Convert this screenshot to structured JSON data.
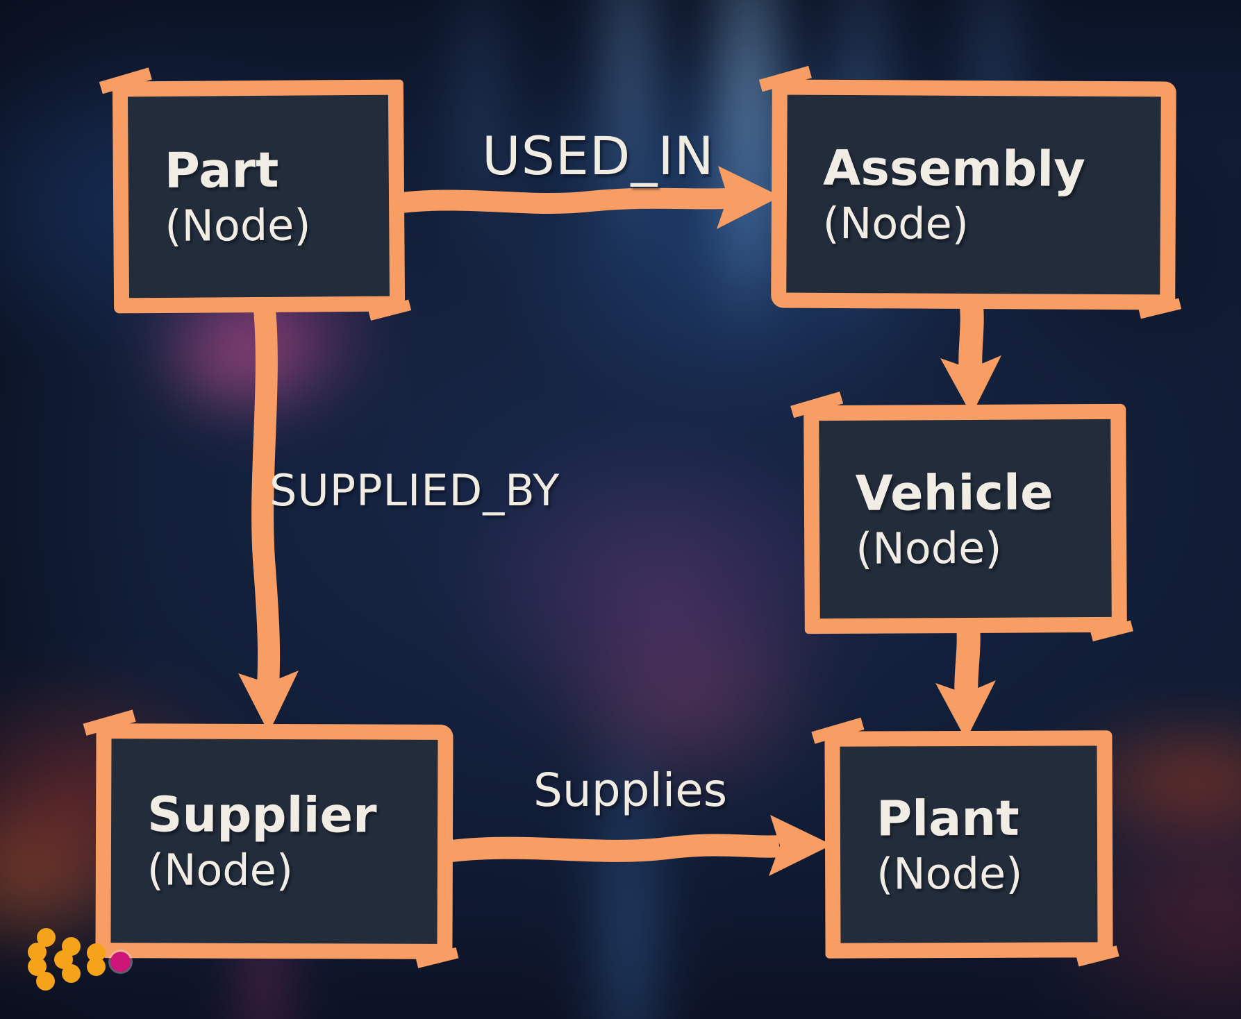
{
  "diagram": {
    "nodes": [
      {
        "id": "part",
        "name": "Part",
        "type_label": "(Node)"
      },
      {
        "id": "assembly",
        "name": "Assembly",
        "type_label": "(Node)"
      },
      {
        "id": "vehicle",
        "name": "Vehicle",
        "type_label": "(Node)"
      },
      {
        "id": "supplier",
        "name": "Supplier",
        "type_label": "(Node)"
      },
      {
        "id": "plant",
        "name": "Plant",
        "type_label": "(Node)"
      }
    ],
    "edges": [
      {
        "id": "used-in",
        "from": "Part",
        "to": "Assembly",
        "label": "USED_IN"
      },
      {
        "id": "supplied-by",
        "from": "Part",
        "to": "Supplier",
        "label": "SUPPLIED_BY"
      },
      {
        "id": "assembly-vehicle",
        "from": "Assembly",
        "to": "Vehicle",
        "label": ""
      },
      {
        "id": "vehicle-plant",
        "from": "Vehicle",
        "to": "Plant",
        "label": ""
      },
      {
        "id": "supplies",
        "from": "Supplier",
        "to": "Plant",
        "label": "Supplies"
      }
    ],
    "colors": {
      "accent_orange": "#f89d63",
      "node_fill": "#222c3a",
      "text": "#f1ede4",
      "logo_orange": "#f4a31b",
      "logo_pink": "#cd1677"
    }
  }
}
